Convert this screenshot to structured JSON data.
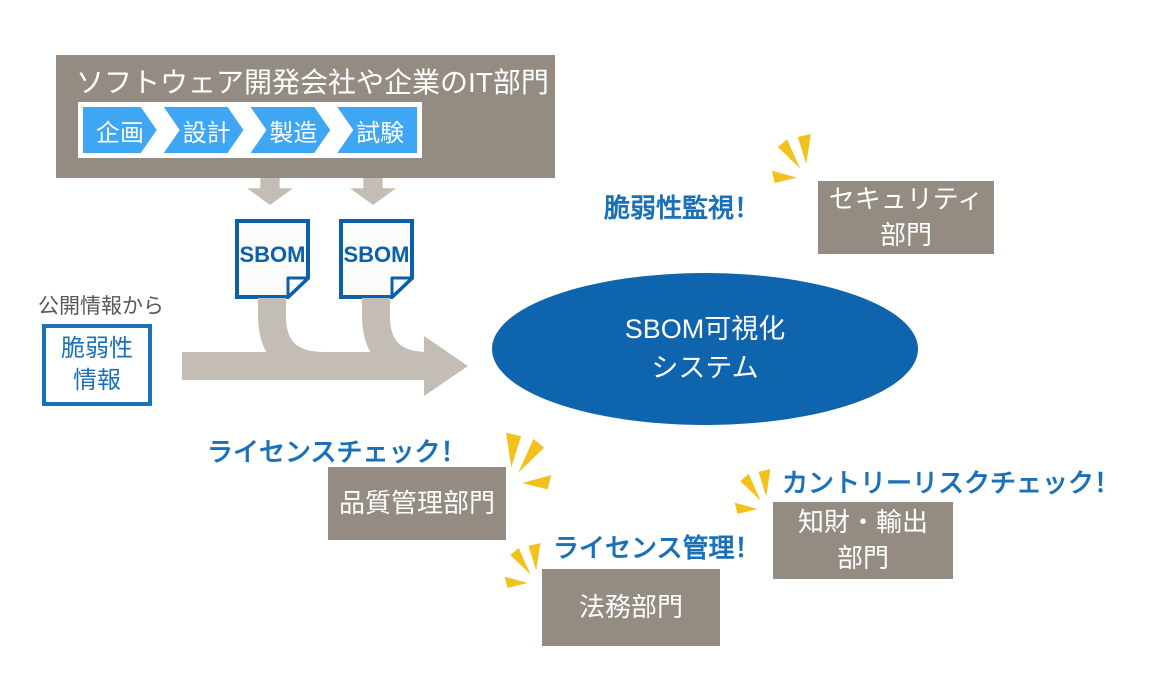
{
  "diagram_title_implied": "SBOM可視化システム",
  "colors": {
    "box_gray": "#948c83",
    "arrow_gray": "#c3bdb5",
    "chevron_blue": "#3ea6f2",
    "deep_blue": "#0e64ad",
    "doc_blue": "#0c60aa",
    "text_blue": "#1b71b8",
    "flash_yellow": "#f2c11c",
    "caption_gray": "#595959"
  },
  "dev_org": {
    "title": "ソフトウェア開発会社や企業のIT部門",
    "stages": [
      "企画",
      "設計",
      "製造",
      "試験"
    ]
  },
  "sbom": {
    "label": "SBOM"
  },
  "public_info": {
    "caption": "公開情報から",
    "box_lines": [
      "脆弱性",
      "情報"
    ]
  },
  "system": {
    "lines": [
      "SBOM可視化",
      "システム"
    ]
  },
  "callouts": [
    {
      "id": "security",
      "shout": "脆弱性監視！",
      "dept_lines": [
        "セキュリティ",
        "部門"
      ]
    },
    {
      "id": "quality",
      "shout": "ライセンスチェック！",
      "dept_lines": [
        "品質管理部門"
      ]
    },
    {
      "id": "legal",
      "shout": "ライセンス管理！",
      "dept_lines": [
        "法務部門"
      ]
    },
    {
      "id": "ip_export",
      "shout": "カントリーリスクチェック！",
      "dept_lines": [
        "知財・輸出",
        "部門"
      ]
    }
  ]
}
